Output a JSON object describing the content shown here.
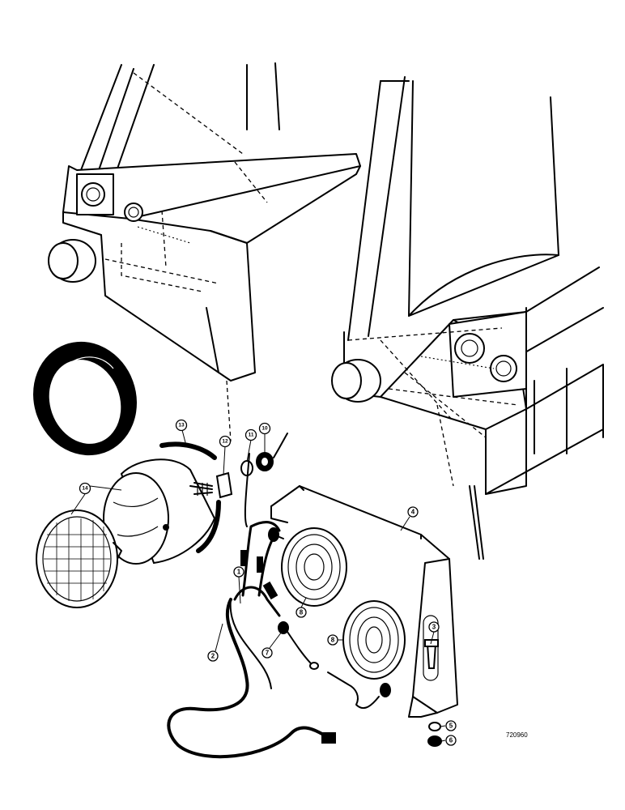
{
  "figure": {
    "drawing_number": "720960",
    "callouts": [
      {
        "id": "c1",
        "label": "1"
      },
      {
        "id": "c2",
        "label": "2"
      },
      {
        "id": "c3",
        "label": "3"
      },
      {
        "id": "c4",
        "label": "4"
      },
      {
        "id": "c5",
        "label": "5"
      },
      {
        "id": "c6",
        "label": "6"
      },
      {
        "id": "c7",
        "label": "7"
      },
      {
        "id": "c8a",
        "label": "8"
      },
      {
        "id": "c8b",
        "label": "8"
      },
      {
        "id": "c10",
        "label": "10"
      },
      {
        "id": "c11",
        "label": "11"
      },
      {
        "id": "c12",
        "label": "12"
      },
      {
        "id": "c13",
        "label": "13"
      },
      {
        "id": "c14",
        "label": "14"
      }
    ]
  }
}
